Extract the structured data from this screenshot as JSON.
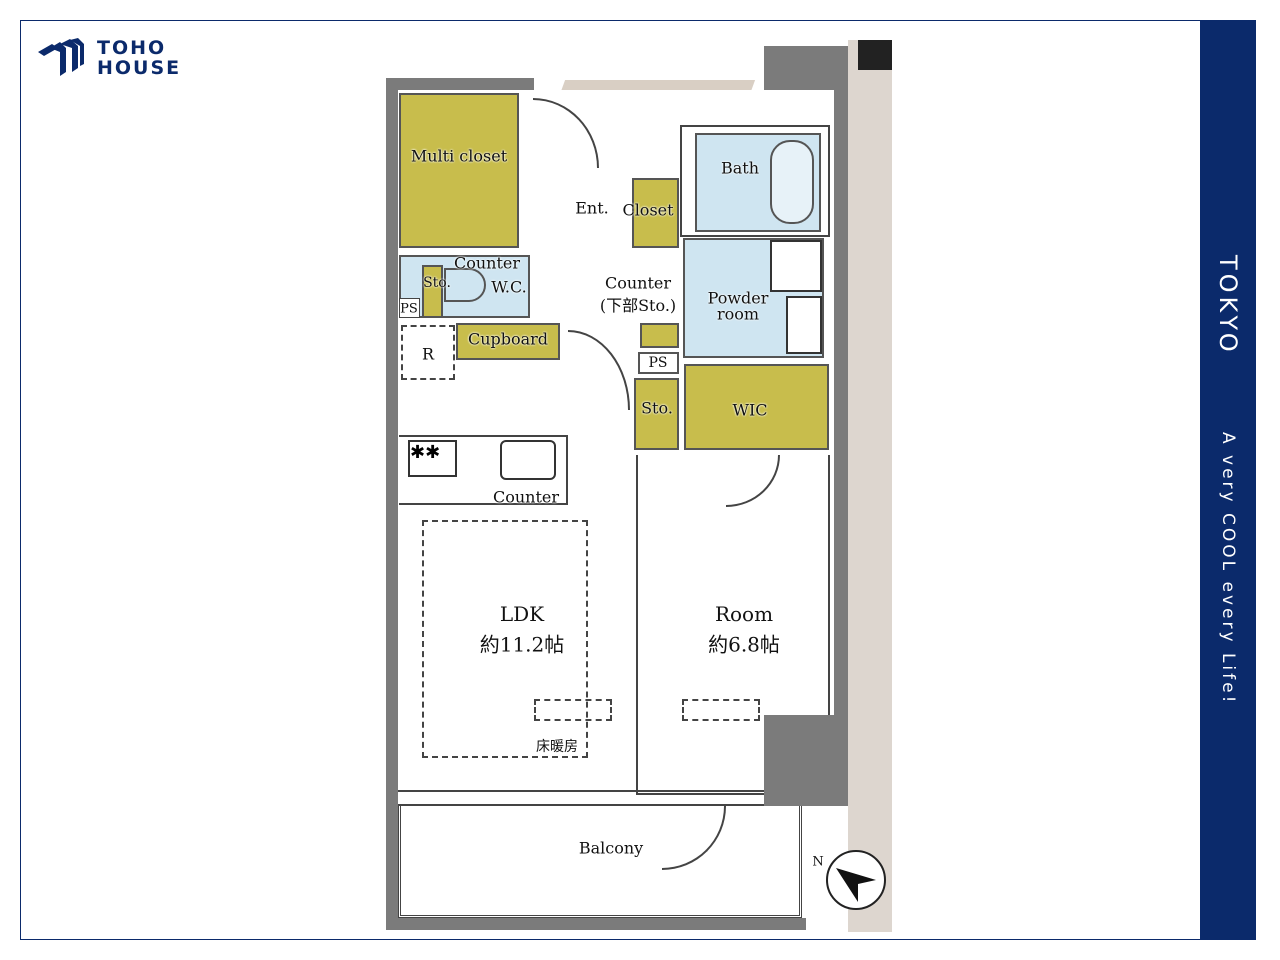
{
  "brand": {
    "line1": "TOHO",
    "line2": "HOUSE"
  },
  "sidebar": {
    "city": "TOKYO",
    "tagline": "A very COOL every Life!"
  },
  "colors": {
    "navy": "#0b2a6b",
    "storage": "#c8bd4c",
    "wet_area": "#cfe5f1",
    "wall": "#7b7b7b"
  },
  "floorplan": {
    "multi_closet": "Multi closet",
    "entrance": "Ent.",
    "closet": "Closet",
    "bath": "Bath",
    "counter_wc": "Counter",
    "sto_wc": "Sto.",
    "wc": "W.C.",
    "ps1": "PS",
    "counter_hall": "Counter",
    "counter_hall_sub": "(下部Sto.)",
    "powder_room_1": "Powder",
    "powder_room_2": "room",
    "fridge": "R",
    "cupboard": "Cupboard",
    "ps2": "PS",
    "sto_hall": "Sto.",
    "wic": "WIC",
    "kitchen_counter": "Counter",
    "ldk": "LDK",
    "ldk_size": "約11.2帖",
    "floor_heating": "床暖房",
    "room": "Room",
    "room_size": "約6.8帖",
    "balcony": "Balcony",
    "compass": "N"
  }
}
